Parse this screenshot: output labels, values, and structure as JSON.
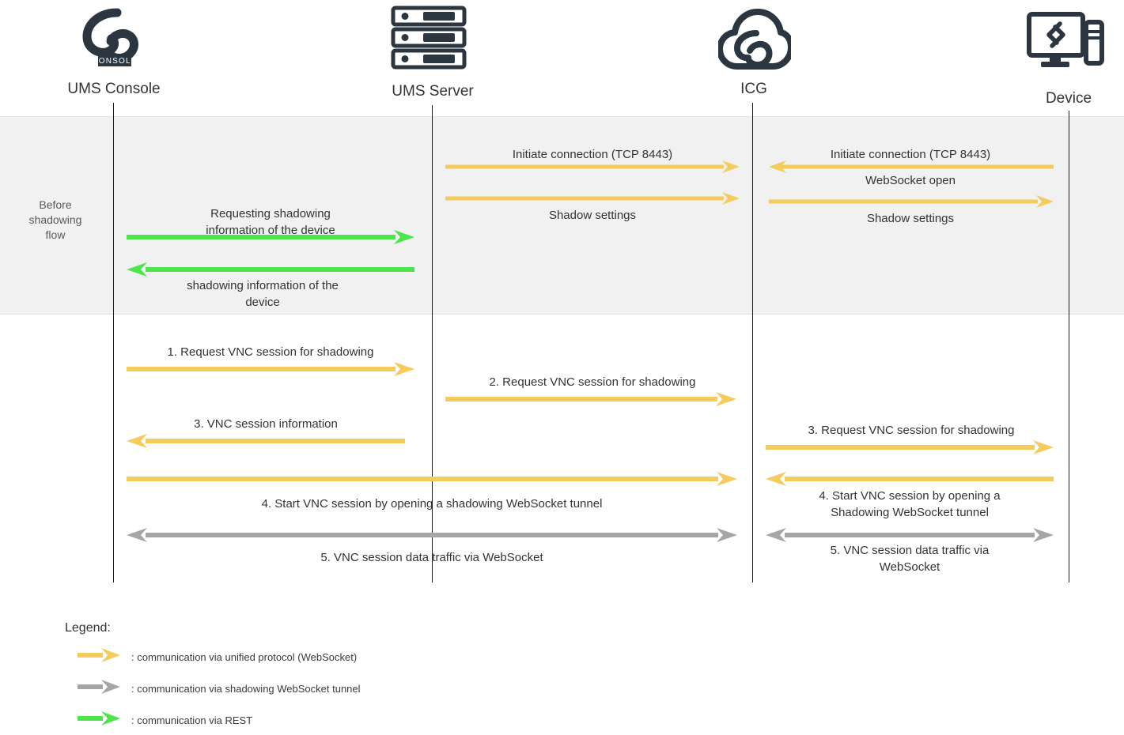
{
  "diagram": {
    "title": "VNC shadowing sequence diagram",
    "colors": {
      "unified_protocol": "#f5cb5c",
      "shadowing_tunnel": "#a6a6a6",
      "rest": "#4ce64c",
      "lifeline": "#1a1a1a",
      "band": "#f1f1f1",
      "icon": "#2b3640",
      "text": "#333333"
    }
  },
  "actors": [
    {
      "id": "ums-console",
      "label": "UMS Console",
      "icon": "ums-console-logo-icon"
    },
    {
      "id": "ums-server",
      "label": "UMS Server",
      "icon": "server-rack-icon"
    },
    {
      "id": "icg",
      "label": "ICG",
      "icon": "cloud-gateway-icon"
    },
    {
      "id": "device",
      "label": "Device",
      "icon": "monitor-device-icon"
    }
  ],
  "phases": [
    {
      "id": "before-shadowing",
      "label": "Before\nshadowing\nflow"
    }
  ],
  "messages": [
    {
      "id": "m1",
      "label": "Initiate connection (TCP 8443)",
      "from": "ums-server",
      "to": "icg",
      "kind": "unified",
      "direction": "right"
    },
    {
      "id": "m2",
      "label": "Shadow settings",
      "from": "ums-server",
      "to": "icg",
      "kind": "unified",
      "direction": "right"
    },
    {
      "id": "m3",
      "label": "Initiate connection (TCP 8443)",
      "from": "device",
      "to": "icg",
      "kind": "unified",
      "direction": "left"
    },
    {
      "id": "m4",
      "label": "WebSocket open",
      "from": "icg",
      "to": "device",
      "kind": "unified",
      "direction": "right"
    },
    {
      "id": "m5",
      "label": "Shadow settings",
      "from": "icg",
      "to": "device",
      "kind": "unified",
      "direction": "right"
    },
    {
      "id": "m6",
      "label": "Requesting shadowing\ninformation of the device",
      "from": "ums-console",
      "to": "ums-server",
      "kind": "rest",
      "direction": "right"
    },
    {
      "id": "m7",
      "label": "shadowing information of the\ndevice",
      "from": "ums-server",
      "to": "ums-console",
      "kind": "rest",
      "direction": "left"
    },
    {
      "id": "m8",
      "label": "1.   Request VNC session for shadowing",
      "from": "ums-console",
      "to": "ums-server",
      "kind": "unified",
      "direction": "right"
    },
    {
      "id": "m9",
      "label": "2.   Request VNC session for shadowing",
      "from": "ums-server",
      "to": "icg",
      "kind": "unified",
      "direction": "right"
    },
    {
      "id": "m10",
      "label": "3.   VNC session information",
      "from": "ums-server",
      "to": "ums-console",
      "kind": "unified",
      "direction": "left"
    },
    {
      "id": "m11",
      "label": "3.   Request VNC session for shadowing",
      "from": "icg",
      "to": "device",
      "kind": "unified",
      "direction": "right"
    },
    {
      "id": "m12",
      "label": "4.   Start VNC session by opening a shadowing WebSocket tunnel",
      "from": "ums-console",
      "to": "icg",
      "kind": "unified",
      "direction": "right"
    },
    {
      "id": "m13",
      "label": "4.   Start VNC session by opening a\nShadowing WebSocket tunnel",
      "from": "device",
      "to": "icg",
      "kind": "unified",
      "direction": "left"
    },
    {
      "id": "m14",
      "label": "5.   VNC session data traffic via WebSocket",
      "from": "ums-console",
      "to": "icg",
      "kind": "tunnel",
      "direction": "both"
    },
    {
      "id": "m15",
      "label": "5.   VNC session data traffic via\nWebSocket",
      "from": "icg",
      "to": "device",
      "kind": "tunnel",
      "direction": "both"
    }
  ],
  "legend": {
    "title": "Legend:",
    "items": [
      {
        "id": "legend-unified",
        "arrow_color": "#f5cb5c",
        "text": ": communication via unified protocol (WebSocket)"
      },
      {
        "id": "legend-tunnel",
        "arrow_color": "#a6a6a6",
        "text": ": communication via shadowing WebSocket tunnel"
      },
      {
        "id": "legend-rest",
        "arrow_color": "#4ce64c",
        "text": ": communication via REST"
      }
    ]
  }
}
